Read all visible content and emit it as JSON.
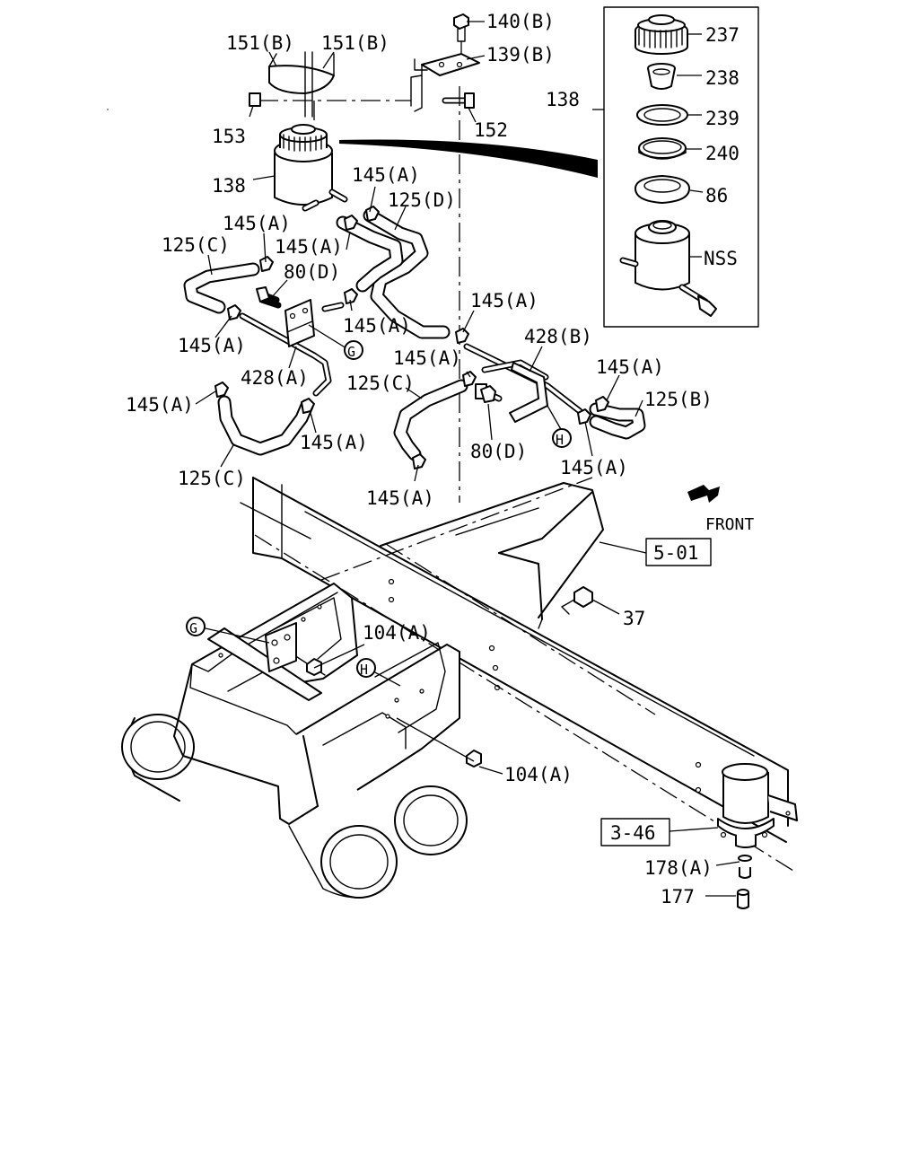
{
  "diagram": {
    "callouts": [
      {
        "id": "c-140b",
        "text": "140(B)"
      },
      {
        "id": "c-151b-left",
        "text": "151(B)"
      },
      {
        "id": "c-151b-right",
        "text": "151(B)"
      },
      {
        "id": "c-139b",
        "text": "139(B)"
      },
      {
        "id": "c-153",
        "text": "153"
      },
      {
        "id": "c-152",
        "text": "152"
      },
      {
        "id": "c-138-res",
        "text": "138"
      },
      {
        "id": "c-138-box",
        "text": "138"
      },
      {
        "id": "c-237",
        "text": "237"
      },
      {
        "id": "c-238",
        "text": "238"
      },
      {
        "id": "c-239",
        "text": "239"
      },
      {
        "id": "c-240",
        "text": "240"
      },
      {
        "id": "c-86",
        "text": "86"
      },
      {
        "id": "c-nss",
        "text": "NSS"
      },
      {
        "id": "c-145a-1",
        "text": "145(A)"
      },
      {
        "id": "c-125d",
        "text": "125(D)"
      },
      {
        "id": "c-145a-2",
        "text": "145(A)"
      },
      {
        "id": "c-145a-3",
        "text": "145(A)"
      },
      {
        "id": "c-125c-1",
        "text": "125(C)"
      },
      {
        "id": "c-80d-1",
        "text": "80(D)"
      },
      {
        "id": "c-145a-4",
        "text": "145(A)"
      },
      {
        "id": "c-145a-5",
        "text": "145(A)"
      },
      {
        "id": "c-428a",
        "text": "428(A)"
      },
      {
        "id": "c-145a-6",
        "text": "145(A)"
      },
      {
        "id": "c-428b",
        "text": "428(B)"
      },
      {
        "id": "c-145a-7",
        "text": "145(A)"
      },
      {
        "id": "c-125c-2",
        "text": "125(C)"
      },
      {
        "id": "c-145a-8",
        "text": "145(A)"
      },
      {
        "id": "c-125b",
        "text": "125(B)"
      },
      {
        "id": "c-145a-9",
        "text": "145(A)"
      },
      {
        "id": "c-145a-10",
        "text": "145(A)"
      },
      {
        "id": "c-80d-2",
        "text": "80(D)"
      },
      {
        "id": "c-145a-11",
        "text": "145(A)"
      },
      {
        "id": "c-125c-3",
        "text": "125(C)"
      },
      {
        "id": "c-145a-12",
        "text": "145(A)"
      },
      {
        "id": "c-front",
        "text": "FRONT"
      },
      {
        "id": "c-37",
        "text": "37"
      },
      {
        "id": "c-104a-1",
        "text": "104(A)"
      },
      {
        "id": "c-104a-2",
        "text": "104(A)"
      },
      {
        "id": "c-178a",
        "text": "178(A)"
      },
      {
        "id": "c-177",
        "text": "177"
      }
    ],
    "boxed_refs": {
      "ref_5_01": "5-01",
      "ref_3_46": "3-46"
    },
    "circle_markers": {
      "g_upper": "G",
      "h_upper": "H",
      "g_lower": "G",
      "h_lower": "H"
    }
  }
}
